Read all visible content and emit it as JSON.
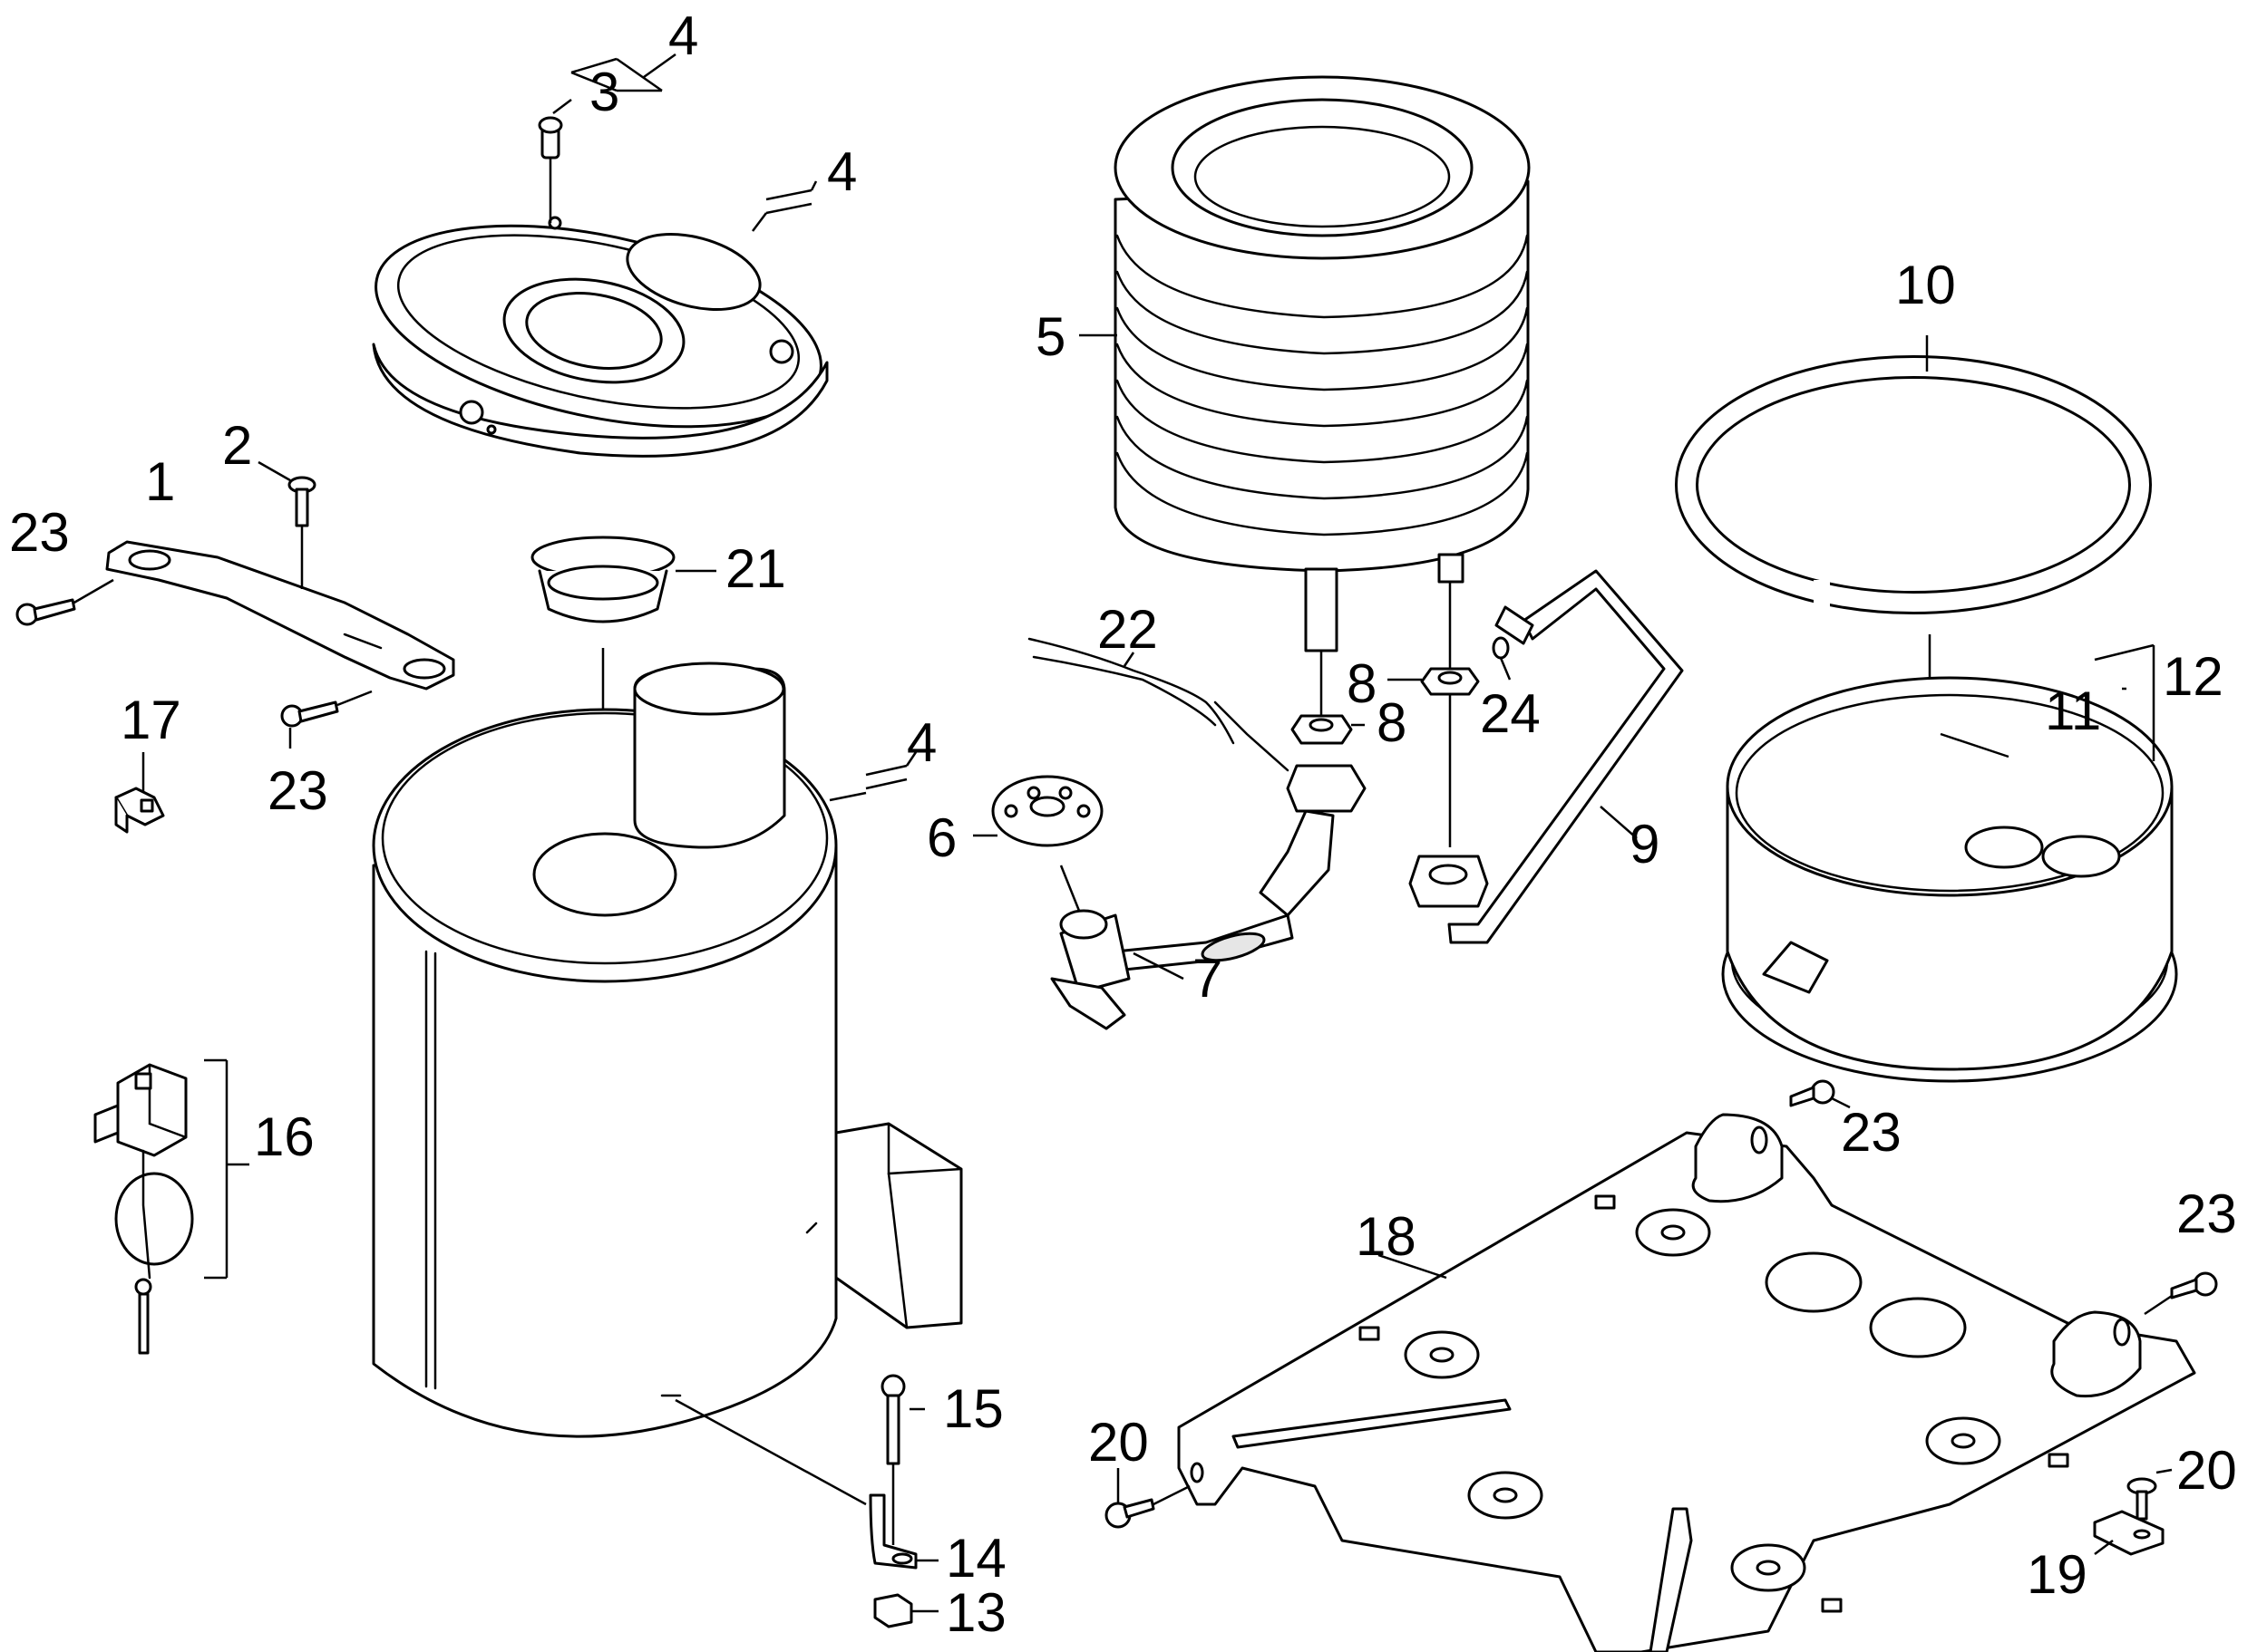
{
  "callouts": {
    "c1": "1",
    "c2": "2",
    "c3": "3",
    "c4a": "4",
    "c4b": "4",
    "c4c": "4",
    "c5": "5",
    "c6": "6",
    "c7": "7",
    "c8a": "8",
    "c8b": "8",
    "c9": "9",
    "c10": "10",
    "c11": "11",
    "c12": "12",
    "c13": "13",
    "c14": "14",
    "c15": "15",
    "c16": "16",
    "c17": "17",
    "c18": "18",
    "c19": "19",
    "c20a": "20",
    "c20b": "20",
    "c21": "21",
    "c22": "22",
    "c23a": "23",
    "c23b": "23",
    "c23c": "23",
    "c23d": "23",
    "c24": "24"
  },
  "colors": {
    "line": "#000000",
    "ring_gray": "#8a8a8a",
    "background": "#ffffff"
  }
}
